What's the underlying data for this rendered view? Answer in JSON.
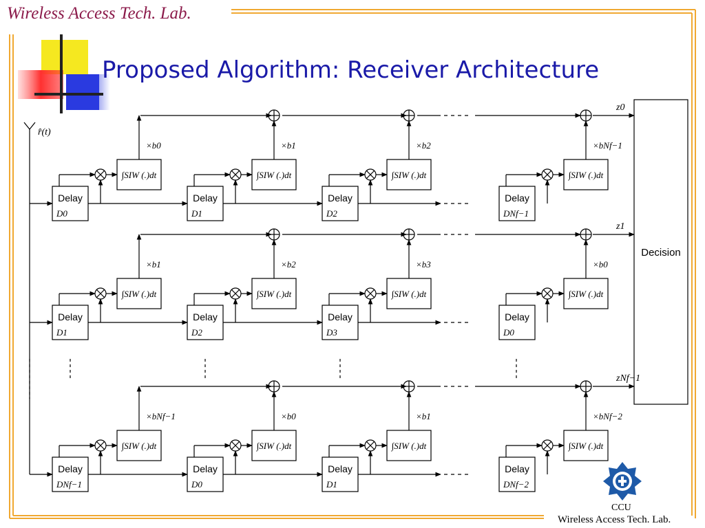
{
  "header": {
    "lab_name": "Wireless Access Tech. Lab."
  },
  "slide": {
    "title": "Proposed Algorithm: Receiver Architecture"
  },
  "footer": {
    "institution": "CCU",
    "lab_name": "Wireless Access Tech. Lab."
  },
  "diagram": {
    "input_signal": "r̂(t)",
    "decision_label": "Decision",
    "delay_label": "Delay",
    "integrator_label": "∫SIW (.)dt",
    "rows": [
      {
        "output": "z0",
        "delays": [
          "D0",
          "D1",
          "D2",
          "DNf−1"
        ],
        "weights": [
          "×b0",
          "×b1",
          "×b2",
          "×bNf−1"
        ]
      },
      {
        "output": "z1",
        "delays": [
          "D1",
          "D2",
          "D3",
          "D0"
        ],
        "weights": [
          "×b1",
          "×b2",
          "×b3",
          "×b0"
        ]
      },
      {
        "output": "zNf−1",
        "delays": [
          "DNf−1",
          "D0",
          "D1",
          "DNf−2"
        ],
        "weights": [
          "×bNf−1",
          "×b0",
          "×b1",
          "×bNf−2"
        ]
      }
    ]
  },
  "colors": {
    "title": "#1a1aa8",
    "header_text": "#8b1a4a",
    "frame": "#f0a830",
    "logo": "#1e5aa8"
  }
}
